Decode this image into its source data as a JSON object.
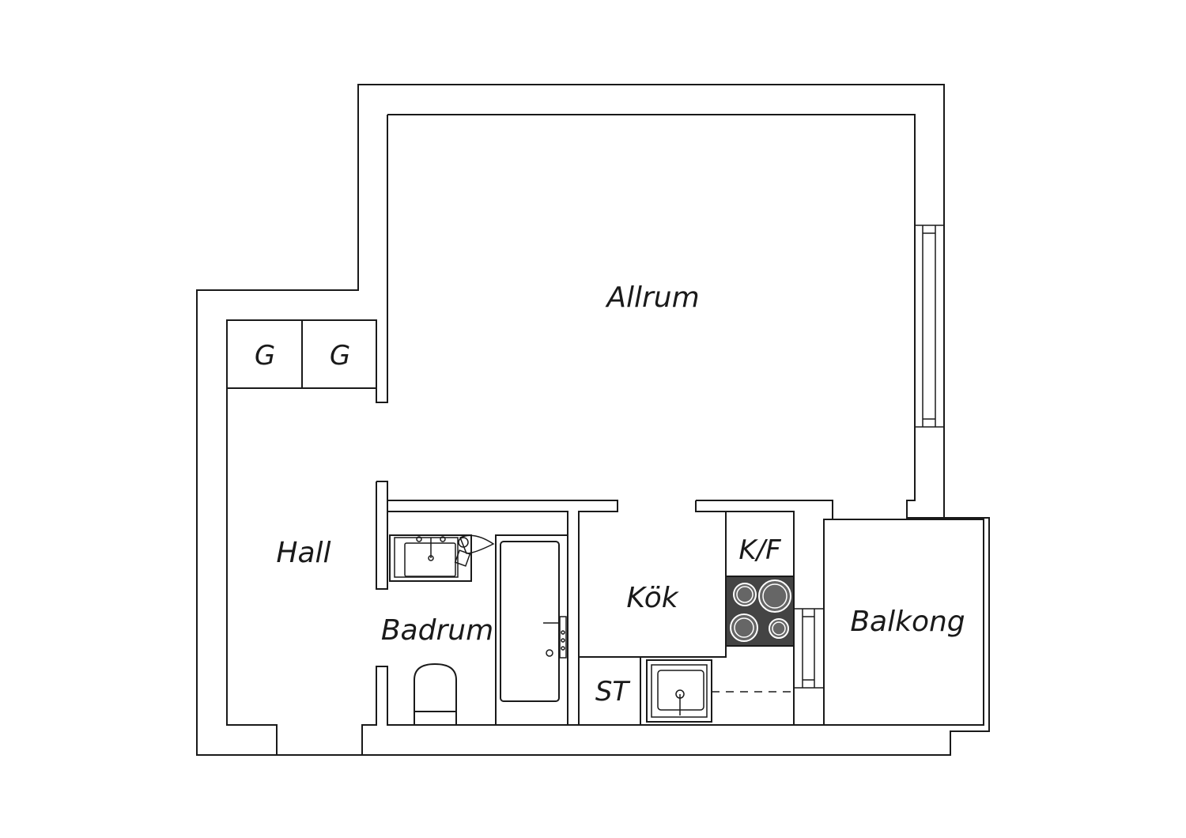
{
  "rooms": {
    "allrum": "Allrum",
    "hall": "Hall",
    "badrum": "Badrum",
    "kok": "Kök",
    "kf": "K/F",
    "balkong": "Balkong",
    "st": "ST",
    "closet_1": "G",
    "closet_2": "G"
  },
  "colors": {
    "line": "#1a1a1a",
    "background": "#ffffff",
    "hob": "#444444"
  }
}
